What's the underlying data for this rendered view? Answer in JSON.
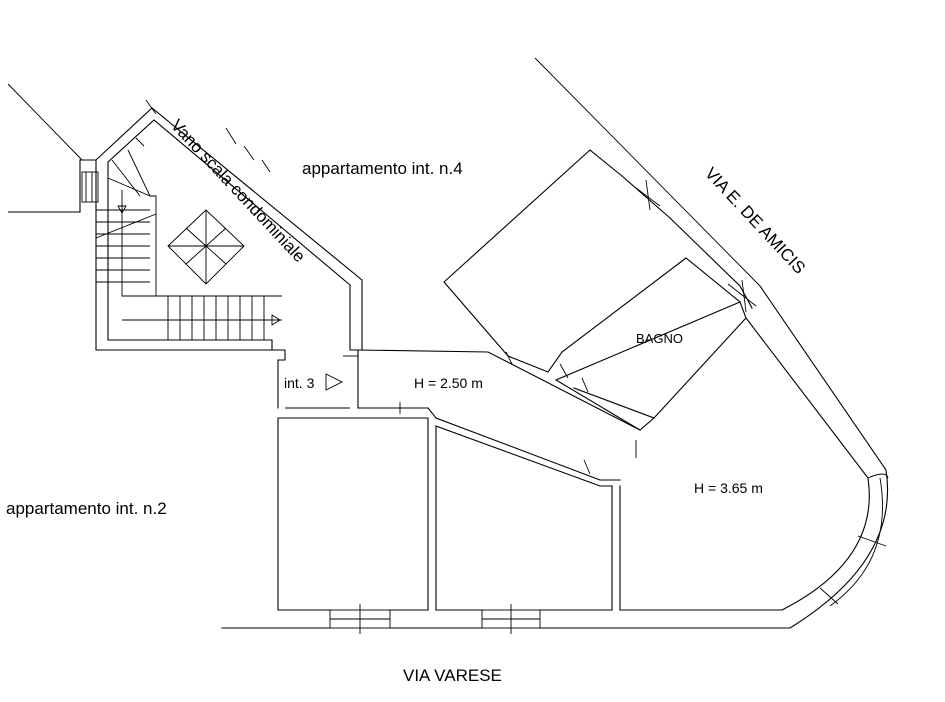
{
  "labels": {
    "stair_hall": "Vano scala condominiale",
    "apt4": "appartamento int. n.4",
    "apt2": "appartamento int. n.2",
    "int3": "int. 3",
    "height_corridor": "H = 2.50 m",
    "bathroom": "BAGNO",
    "height_room": "H = 3.65 m",
    "street_de_amicis": "VIA  E. DE AMICIS",
    "street_varese": "VIA  VARESE"
  }
}
